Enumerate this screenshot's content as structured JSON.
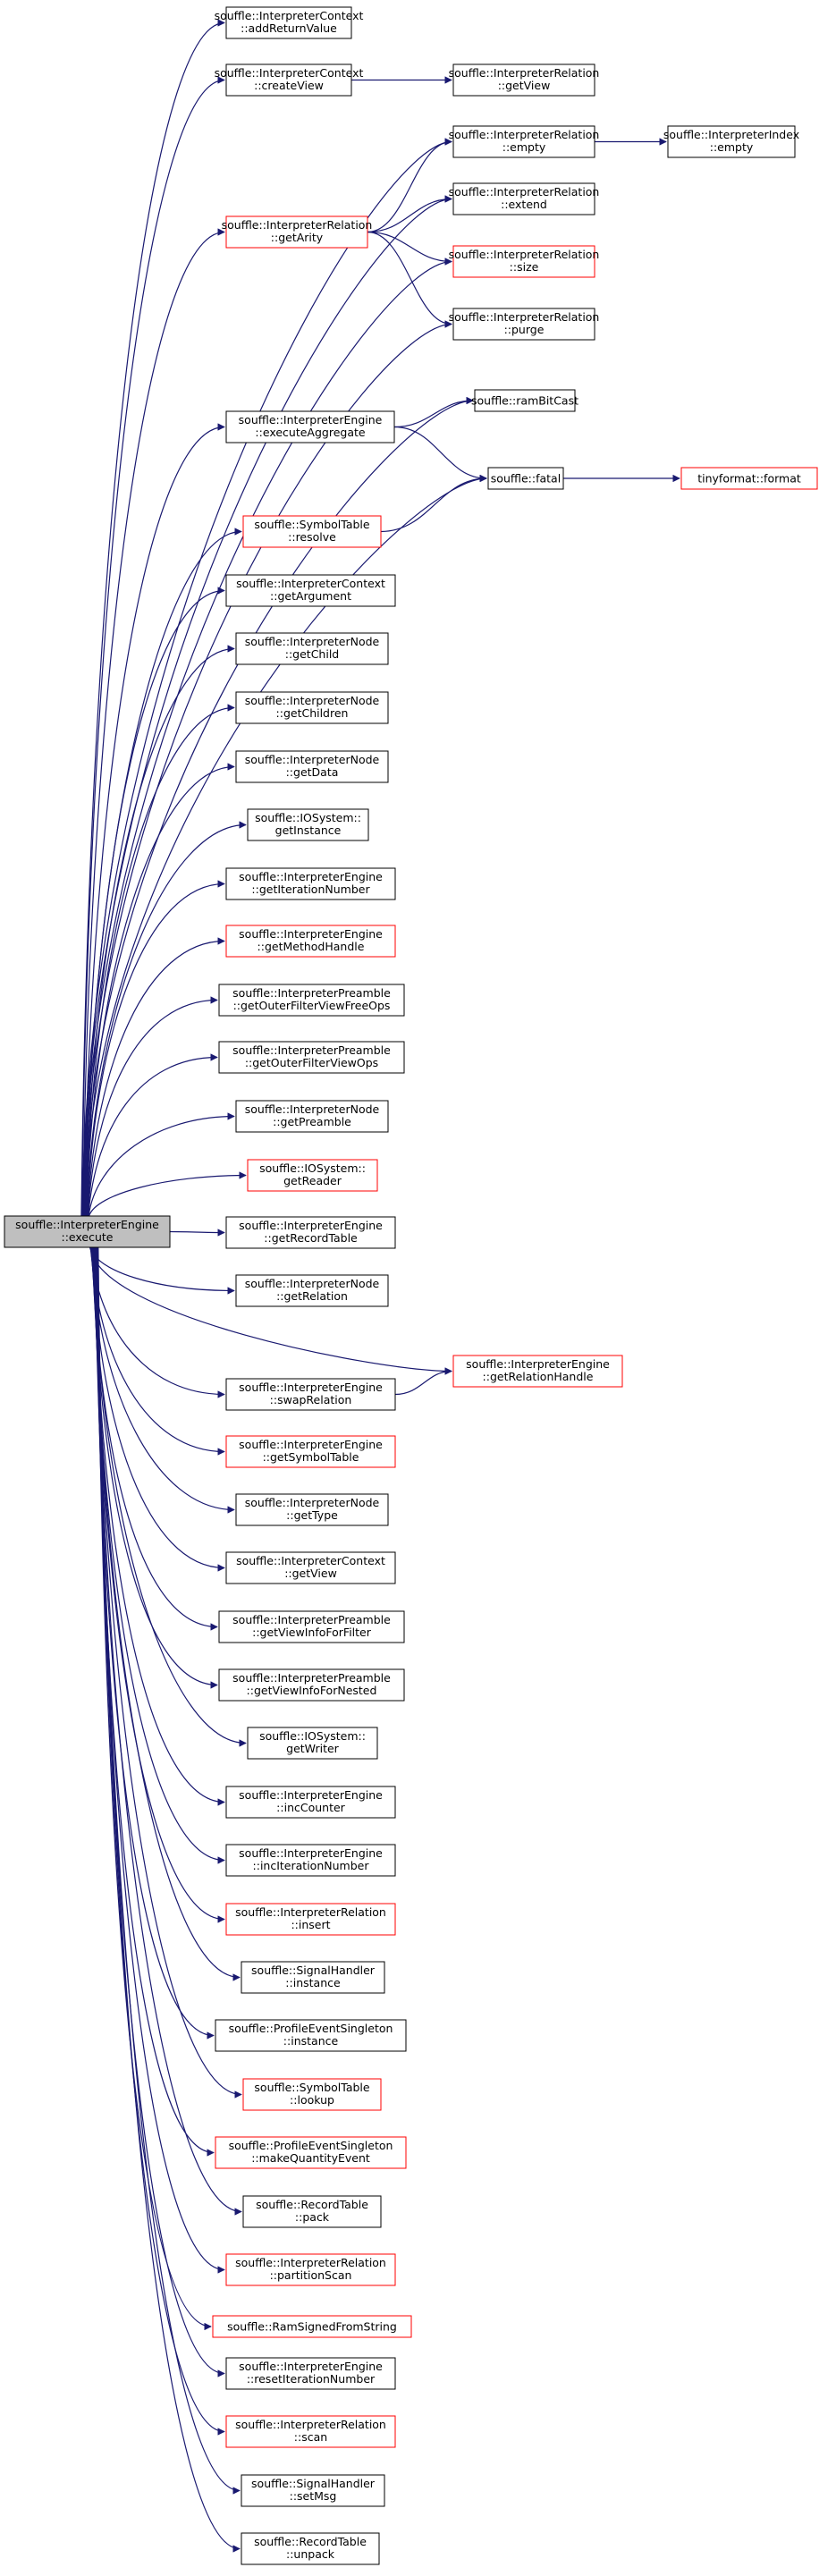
{
  "colors": {
    "edge": "#191970",
    "root_fill": "#bfbfbf",
    "border_black": "#000000",
    "border_red": "#ff0000",
    "node_fill": "#ffffff"
  },
  "nodes": [
    {
      "id": "root",
      "lines": [
        "souffle::InterpreterEngine",
        "::execute"
      ],
      "border": "black",
      "fill": "root"
    },
    {
      "id": "addReturnValue",
      "lines": [
        "souffle::InterpreterContext",
        "::addReturnValue"
      ],
      "border": "black"
    },
    {
      "id": "createView",
      "lines": [
        "souffle::InterpreterContext",
        "::createView"
      ],
      "border": "black"
    },
    {
      "id": "getView_rel",
      "lines": [
        "souffle::InterpreterRelation",
        "::getView"
      ],
      "border": "black"
    },
    {
      "id": "empty_rel",
      "lines": [
        "souffle::InterpreterRelation",
        "::empty"
      ],
      "border": "black"
    },
    {
      "id": "empty_idx",
      "lines": [
        "souffle::InterpreterIndex",
        "::empty"
      ],
      "border": "black"
    },
    {
      "id": "getArity",
      "lines": [
        "souffle::InterpreterRelation",
        "::getArity"
      ],
      "border": "red"
    },
    {
      "id": "extend",
      "lines": [
        "souffle::InterpreterRelation",
        "::extend"
      ],
      "border": "black"
    },
    {
      "id": "size",
      "lines": [
        "souffle::InterpreterRelation",
        "::size"
      ],
      "border": "red"
    },
    {
      "id": "purge",
      "lines": [
        "souffle::InterpreterRelation",
        "::purge"
      ],
      "border": "black"
    },
    {
      "id": "ramBitCast",
      "lines": [
        "souffle::ramBitCast"
      ],
      "border": "black"
    },
    {
      "id": "executeAggregate",
      "lines": [
        "souffle::InterpreterEngine",
        "::executeAggregate"
      ],
      "border": "black"
    },
    {
      "id": "fatal",
      "lines": [
        "souffle::fatal"
      ],
      "border": "black"
    },
    {
      "id": "format",
      "lines": [
        "tinyformat::format"
      ],
      "border": "red"
    },
    {
      "id": "resolve",
      "lines": [
        "souffle::SymbolTable",
        "::resolve"
      ],
      "border": "red"
    },
    {
      "id": "getArgument",
      "lines": [
        "souffle::InterpreterContext",
        "::getArgument"
      ],
      "border": "black"
    },
    {
      "id": "getChild",
      "lines": [
        "souffle::InterpreterNode",
        "::getChild"
      ],
      "border": "black"
    },
    {
      "id": "getChildren",
      "lines": [
        "souffle::InterpreterNode",
        "::getChildren"
      ],
      "border": "black"
    },
    {
      "id": "getData",
      "lines": [
        "souffle::InterpreterNode",
        "::getData"
      ],
      "border": "black"
    },
    {
      "id": "getInstance",
      "lines": [
        "souffle::IOSystem::",
        "getInstance"
      ],
      "border": "black"
    },
    {
      "id": "getIterationNumber",
      "lines": [
        "souffle::InterpreterEngine",
        "::getIterationNumber"
      ],
      "border": "black"
    },
    {
      "id": "getMethodHandle",
      "lines": [
        "souffle::InterpreterEngine",
        "::getMethodHandle"
      ],
      "border": "red"
    },
    {
      "id": "getOuterFilterViewFreeOps",
      "lines": [
        "souffle::InterpreterPreamble",
        "::getOuterFilterViewFreeOps"
      ],
      "border": "black"
    },
    {
      "id": "getOuterFilterViewOps",
      "lines": [
        "souffle::InterpreterPreamble",
        "::getOuterFilterViewOps"
      ],
      "border": "black"
    },
    {
      "id": "getPreamble",
      "lines": [
        "souffle::InterpreterNode",
        "::getPreamble"
      ],
      "border": "black"
    },
    {
      "id": "getReader",
      "lines": [
        "souffle::IOSystem::",
        "getReader"
      ],
      "border": "red"
    },
    {
      "id": "getRecordTable",
      "lines": [
        "souffle::InterpreterEngine",
        "::getRecordTable"
      ],
      "border": "black"
    },
    {
      "id": "getRelation",
      "lines": [
        "souffle::InterpreterNode",
        "::getRelation"
      ],
      "border": "black"
    },
    {
      "id": "getRelationHandle",
      "lines": [
        "souffle::InterpreterEngine",
        "::getRelationHandle"
      ],
      "border": "red"
    },
    {
      "id": "swapRelation",
      "lines": [
        "souffle::InterpreterEngine",
        "::swapRelation"
      ],
      "border": "black"
    },
    {
      "id": "getSymbolTable",
      "lines": [
        "souffle::InterpreterEngine",
        "::getSymbolTable"
      ],
      "border": "red"
    },
    {
      "id": "getType",
      "lines": [
        "souffle::InterpreterNode",
        "::getType"
      ],
      "border": "black"
    },
    {
      "id": "getView_ctx",
      "lines": [
        "souffle::InterpreterContext",
        "::getView"
      ],
      "border": "black"
    },
    {
      "id": "getViewInfoForFilter",
      "lines": [
        "souffle::InterpreterPreamble",
        "::getViewInfoForFilter"
      ],
      "border": "black"
    },
    {
      "id": "getViewInfoForNested",
      "lines": [
        "souffle::InterpreterPreamble",
        "::getViewInfoForNested"
      ],
      "border": "black"
    },
    {
      "id": "getWriter",
      "lines": [
        "souffle::IOSystem::",
        "getWriter"
      ],
      "border": "black"
    },
    {
      "id": "incCounter",
      "lines": [
        "souffle::InterpreterEngine",
        "::incCounter"
      ],
      "border": "black"
    },
    {
      "id": "incIterationNumber",
      "lines": [
        "souffle::InterpreterEngine",
        "::incIterationNumber"
      ],
      "border": "black"
    },
    {
      "id": "insert",
      "lines": [
        "souffle::InterpreterRelation",
        "::insert"
      ],
      "border": "red"
    },
    {
      "id": "sh_instance",
      "lines": [
        "souffle::SignalHandler",
        "::instance"
      ],
      "border": "black"
    },
    {
      "id": "pes_instance",
      "lines": [
        "souffle::ProfileEventSingleton",
        "::instance"
      ],
      "border": "black"
    },
    {
      "id": "lookup",
      "lines": [
        "souffle::SymbolTable",
        "::lookup"
      ],
      "border": "red"
    },
    {
      "id": "makeQuantityEvent",
      "lines": [
        "souffle::ProfileEventSingleton",
        "::makeQuantityEvent"
      ],
      "border": "red"
    },
    {
      "id": "pack",
      "lines": [
        "souffle::RecordTable",
        "::pack"
      ],
      "border": "black"
    },
    {
      "id": "partitionScan",
      "lines": [
        "souffle::InterpreterRelation",
        "::partitionScan"
      ],
      "border": "red"
    },
    {
      "id": "RamSignedFromString",
      "lines": [
        "souffle::RamSignedFromString"
      ],
      "border": "red"
    },
    {
      "id": "resetIterationNumber",
      "lines": [
        "souffle::InterpreterEngine",
        "::resetIterationNumber"
      ],
      "border": "black"
    },
    {
      "id": "scan",
      "lines": [
        "souffle::InterpreterRelation",
        "::scan"
      ],
      "border": "red"
    },
    {
      "id": "setMsg",
      "lines": [
        "souffle::SignalHandler",
        "::setMsg"
      ],
      "border": "black"
    },
    {
      "id": "unpack",
      "lines": [
        "souffle::RecordTable",
        "::unpack"
      ],
      "border": "black"
    }
  ],
  "edges": [
    [
      "root",
      "addReturnValue"
    ],
    [
      "root",
      "createView"
    ],
    [
      "root",
      "empty_rel"
    ],
    [
      "root",
      "getArity"
    ],
    [
      "root",
      "extend"
    ],
    [
      "root",
      "size"
    ],
    [
      "root",
      "purge"
    ],
    [
      "root",
      "ramBitCast"
    ],
    [
      "root",
      "executeAggregate"
    ],
    [
      "root",
      "fatal"
    ],
    [
      "root",
      "resolve"
    ],
    [
      "root",
      "getArgument"
    ],
    [
      "root",
      "getChild"
    ],
    [
      "root",
      "getChildren"
    ],
    [
      "root",
      "getData"
    ],
    [
      "root",
      "getInstance"
    ],
    [
      "root",
      "getIterationNumber"
    ],
    [
      "root",
      "getMethodHandle"
    ],
    [
      "root",
      "getOuterFilterViewFreeOps"
    ],
    [
      "root",
      "getOuterFilterViewOps"
    ],
    [
      "root",
      "getPreamble"
    ],
    [
      "root",
      "getReader"
    ],
    [
      "root",
      "getRecordTable"
    ],
    [
      "root",
      "getRelation"
    ],
    [
      "root",
      "getRelationHandle"
    ],
    [
      "root",
      "swapRelation"
    ],
    [
      "root",
      "getSymbolTable"
    ],
    [
      "root",
      "getType"
    ],
    [
      "root",
      "getView_ctx"
    ],
    [
      "root",
      "getViewInfoForFilter"
    ],
    [
      "root",
      "getViewInfoForNested"
    ],
    [
      "root",
      "getWriter"
    ],
    [
      "root",
      "incCounter"
    ],
    [
      "root",
      "incIterationNumber"
    ],
    [
      "root",
      "insert"
    ],
    [
      "root",
      "sh_instance"
    ],
    [
      "root",
      "pes_instance"
    ],
    [
      "root",
      "lookup"
    ],
    [
      "root",
      "makeQuantityEvent"
    ],
    [
      "root",
      "pack"
    ],
    [
      "root",
      "partitionScan"
    ],
    [
      "root",
      "RamSignedFromString"
    ],
    [
      "root",
      "resetIterationNumber"
    ],
    [
      "root",
      "scan"
    ],
    [
      "root",
      "setMsg"
    ],
    [
      "root",
      "unpack"
    ],
    [
      "createView",
      "getView_rel"
    ],
    [
      "empty_rel",
      "empty_idx"
    ],
    [
      "getArity",
      "empty_rel"
    ],
    [
      "getArity",
      "extend"
    ],
    [
      "getArity",
      "size"
    ],
    [
      "getArity",
      "purge"
    ],
    [
      "executeAggregate",
      "ramBitCast"
    ],
    [
      "executeAggregate",
      "fatal"
    ],
    [
      "fatal",
      "format"
    ],
    [
      "resolve",
      "fatal"
    ],
    [
      "swapRelation",
      "getRelationHandle"
    ]
  ]
}
